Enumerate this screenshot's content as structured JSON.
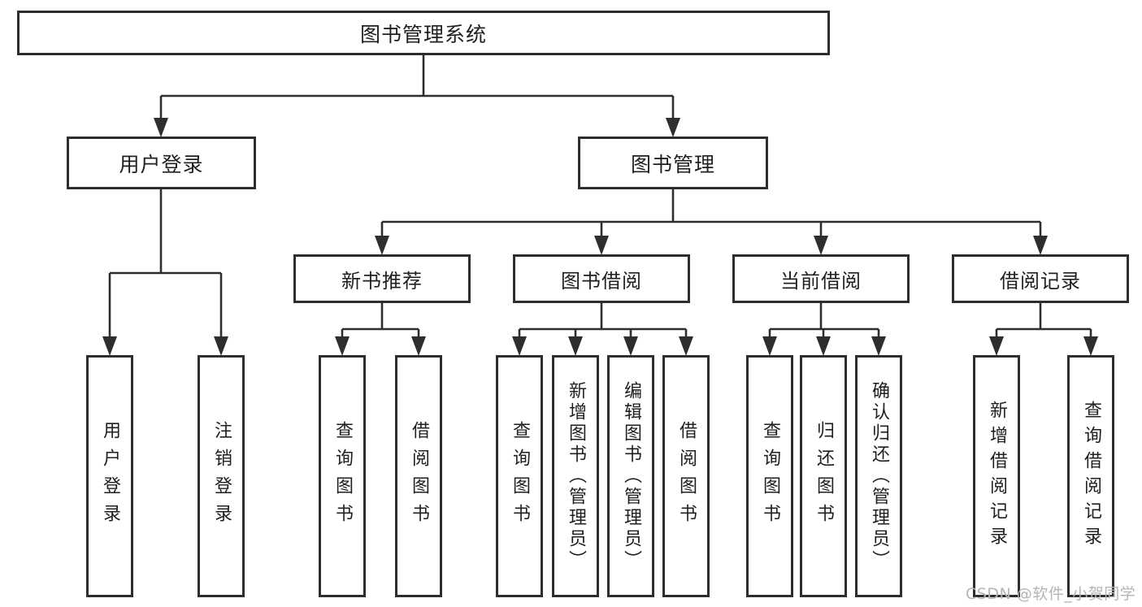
{
  "colors": {
    "line": "#2e2e2e",
    "text": "#1f1f1f",
    "box_background": "#ffffff",
    "watermark": "#b5b5b5"
  },
  "diagram": {
    "root": {
      "label": "图书管理系统"
    },
    "branches": [
      {
        "label": "用户登录",
        "children": [
          {
            "label": "用户登录"
          },
          {
            "label": "注销登录"
          }
        ]
      },
      {
        "label": "图书管理",
        "children": [
          {
            "label": "新书推荐",
            "children": [
              {
                "label": "查询图书"
              },
              {
                "label": "借阅图书"
              }
            ]
          },
          {
            "label": "图书借阅",
            "children": [
              {
                "label": "查询图书"
              },
              {
                "label": "新增图书（管理员）"
              },
              {
                "label": "编辑图书（管理员）"
              },
              {
                "label": "借阅图书"
              }
            ]
          },
          {
            "label": "当前借阅",
            "children": [
              {
                "label": "查询图书"
              },
              {
                "label": "归还图书"
              },
              {
                "label": "确认归还（管理员）"
              }
            ]
          },
          {
            "label": "借阅记录",
            "children": [
              {
                "label": "新增借阅记录"
              },
              {
                "label": "查询借阅记录"
              }
            ]
          }
        ]
      }
    ],
    "watermark": "CSDN @软件_小贺同学"
  }
}
